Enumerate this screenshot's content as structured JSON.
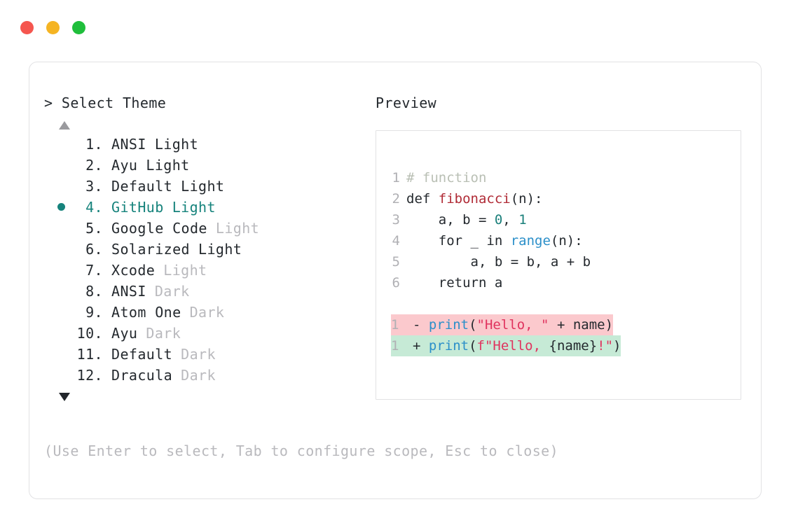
{
  "window": {
    "traffic_lights": [
      {
        "name": "close",
        "color": "#f5564f"
      },
      {
        "name": "minimize",
        "color": "#f5b423"
      },
      {
        "name": "maximize",
        "color": "#1fbe3b"
      }
    ]
  },
  "colors": {
    "accent": "#16837c",
    "text": "#24292e",
    "muted": "#b9b9bd",
    "border": "#e2e2e4",
    "diff_delete_bg": "#fbc9cd",
    "diff_add_bg": "#c6ead6"
  },
  "left": {
    "prompt_symbol": ">",
    "prompt_label": "Select Theme",
    "scroll_up_icon": "triangle-up-icon",
    "scroll_down_icon": "triangle-down-icon",
    "selected_index": 4,
    "themes": [
      {
        "index": "1.",
        "name": "ANSI",
        "variant": "Light",
        "variant_muted": false,
        "selected": false
      },
      {
        "index": "2.",
        "name": "Ayu",
        "variant": "Light",
        "variant_muted": false,
        "selected": false
      },
      {
        "index": "3.",
        "name": "Default",
        "variant": "Light",
        "variant_muted": false,
        "selected": false
      },
      {
        "index": "4.",
        "name": "GitHub",
        "variant": "Light",
        "variant_muted": false,
        "selected": true
      },
      {
        "index": "5.",
        "name": "Google Code",
        "variant": "Light",
        "variant_muted": true,
        "selected": false
      },
      {
        "index": "6.",
        "name": "Solarized",
        "variant": "Light",
        "variant_muted": false,
        "selected": false
      },
      {
        "index": "7.",
        "name": "Xcode",
        "variant": "Light",
        "variant_muted": true,
        "selected": false
      },
      {
        "index": "8.",
        "name": "ANSI",
        "variant": "Dark",
        "variant_muted": true,
        "selected": false
      },
      {
        "index": "9.",
        "name": "Atom One",
        "variant": "Dark",
        "variant_muted": true,
        "selected": false
      },
      {
        "index": "10.",
        "name": "Ayu",
        "variant": "Dark",
        "variant_muted": true,
        "selected": false
      },
      {
        "index": "11.",
        "name": "Default",
        "variant": "Dark",
        "variant_muted": true,
        "selected": false
      },
      {
        "index": "12.",
        "name": "Dracula",
        "variant": "Dark",
        "variant_muted": true,
        "selected": false
      }
    ]
  },
  "right": {
    "preview_label": "Preview",
    "code_lines": [
      {
        "ln": "1",
        "tokens": [
          {
            "t": "# function",
            "c": "comment"
          }
        ]
      },
      {
        "ln": "2",
        "tokens": [
          {
            "t": "def ",
            "c": "kw"
          },
          {
            "t": "fibonacci",
            "c": "fn"
          },
          {
            "t": "(n):",
            "c": "punct"
          }
        ]
      },
      {
        "ln": "3",
        "tokens": [
          {
            "t": "    a, b = ",
            "c": "plain"
          },
          {
            "t": "0",
            "c": "num"
          },
          {
            "t": ", ",
            "c": "plain"
          },
          {
            "t": "1",
            "c": "num"
          }
        ]
      },
      {
        "ln": "4",
        "tokens": [
          {
            "t": "    for _ in ",
            "c": "plain"
          },
          {
            "t": "range",
            "c": "builtin"
          },
          {
            "t": "(n):",
            "c": "punct"
          }
        ]
      },
      {
        "ln": "5",
        "tokens": [
          {
            "t": "        a, b = b, a + b",
            "c": "plain"
          }
        ]
      },
      {
        "ln": "6",
        "tokens": [
          {
            "t": "    return a",
            "c": "plain"
          }
        ]
      }
    ],
    "diff_lines": [
      {
        "ln": "1",
        "sign": "-",
        "kind": "delete",
        "tokens": [
          {
            "t": "print",
            "c": "builtin"
          },
          {
            "t": "(",
            "c": "punct"
          },
          {
            "t": "\"Hello, \"",
            "c": "str"
          },
          {
            "t": " + name)",
            "c": "plain"
          }
        ]
      },
      {
        "ln": "1",
        "sign": "+",
        "kind": "add",
        "tokens": [
          {
            "t": "print",
            "c": "builtin"
          },
          {
            "t": "(",
            "c": "punct"
          },
          {
            "t": "f\"Hello, ",
            "c": "str"
          },
          {
            "t": "{name}",
            "c": "plain"
          },
          {
            "t": "!\"",
            "c": "str"
          },
          {
            "t": ")",
            "c": "punct"
          }
        ]
      }
    ]
  },
  "footer": {
    "hint": "(Use Enter to select, Tab to configure scope, Esc to close)"
  }
}
